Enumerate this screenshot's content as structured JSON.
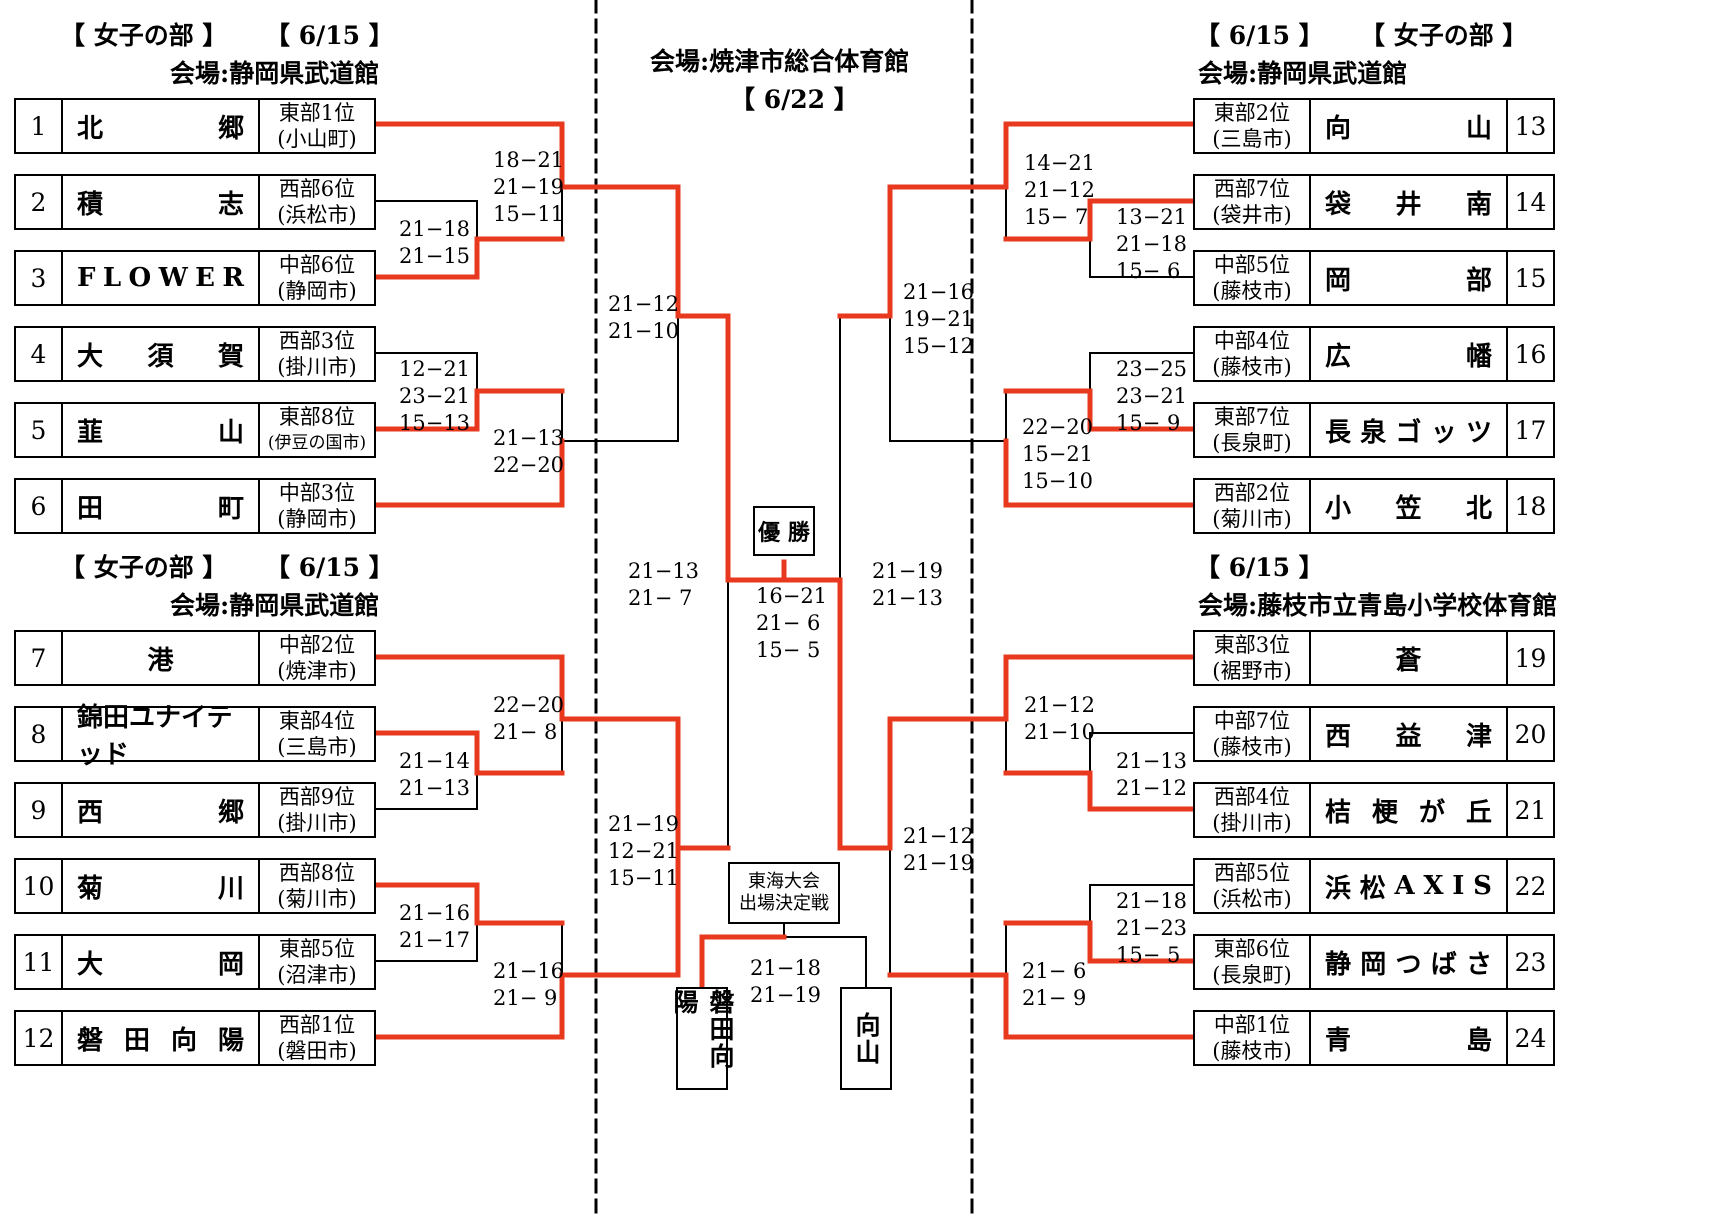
{
  "headers": {
    "tl_division": "【 女子の部 】",
    "tl_date": "【 6/15 】",
    "tl_venue": "会場:静岡県武道館",
    "bl_division": "【 女子の部 】",
    "bl_date": "【 6/15 】",
    "bl_venue": "会場:静岡県武道館",
    "tr_date": "【 6/15 】",
    "tr_division": "【 女子の部 】",
    "tr_venue": "会場:静岡県武道館",
    "br_date": "【 6/15 】",
    "br_venue": "会場:藤枝市立青島小学校体育館",
    "center_venue": "会場:焼津市総合体育館",
    "center_date": "【 6/22 】"
  },
  "teams": [
    {
      "seed": "1",
      "name": "北郷",
      "rank": "東部1位",
      "city": "(小山町)"
    },
    {
      "seed": "2",
      "name": "積志",
      "rank": "西部6位",
      "city": "(浜松市)"
    },
    {
      "seed": "3",
      "name": "FLOWER",
      "rank": "中部6位",
      "city": "(静岡市)"
    },
    {
      "seed": "4",
      "name": "大須賀",
      "rank": "西部3位",
      "city": "(掛川市)"
    },
    {
      "seed": "5",
      "name": "韮山",
      "rank": "東部8位",
      "city": "(伊豆の国市)"
    },
    {
      "seed": "6",
      "name": "田町",
      "rank": "中部3位",
      "city": "(静岡市)"
    },
    {
      "seed": "7",
      "name": "港",
      "rank": "中部2位",
      "city": "(焼津市)"
    },
    {
      "seed": "8",
      "name": "錦田ユナイテッド",
      "rank": "東部4位",
      "city": "(三島市)"
    },
    {
      "seed": "9",
      "name": "西郷",
      "rank": "西部9位",
      "city": "(掛川市)"
    },
    {
      "seed": "10",
      "name": "菊川",
      "rank": "西部8位",
      "city": "(菊川市)"
    },
    {
      "seed": "11",
      "name": "大岡",
      "rank": "東部5位",
      "city": "(沼津市)"
    },
    {
      "seed": "12",
      "name": "磐田向陽",
      "rank": "西部1位",
      "city": "(磐田市)"
    },
    {
      "seed": "13",
      "name": "向山",
      "rank": "東部2位",
      "city": "(三島市)"
    },
    {
      "seed": "14",
      "name": "袋井南",
      "rank": "西部7位",
      "city": "(袋井市)"
    },
    {
      "seed": "15",
      "name": "岡部",
      "rank": "中部5位",
      "city": "(藤枝市)"
    },
    {
      "seed": "16",
      "name": "広幡",
      "rank": "中部4位",
      "city": "(藤枝市)"
    },
    {
      "seed": "17",
      "name": "長泉ゴッツ",
      "rank": "東部7位",
      "city": "(長泉町)"
    },
    {
      "seed": "18",
      "name": "小笠北",
      "rank": "西部2位",
      "city": "(菊川市)"
    },
    {
      "seed": "19",
      "name": "蒼",
      "rank": "東部3位",
      "city": "(裾野市)"
    },
    {
      "seed": "20",
      "name": "西益津",
      "rank": "中部7位",
      "city": "(藤枝市)"
    },
    {
      "seed": "21",
      "name": "桔梗が丘",
      "rank": "西部4位",
      "city": "(掛川市)"
    },
    {
      "seed": "22",
      "name": "浜松AXIS",
      "rank": "西部5位",
      "city": "(浜松市)"
    },
    {
      "seed": "23",
      "name": "静岡つばさ",
      "rank": "東部6位",
      "city": "(長泉町)"
    },
    {
      "seed": "24",
      "name": "青島",
      "rank": "中部1位",
      "city": "(藤枝市)"
    }
  ],
  "scores": {
    "m_2_3": "21−18\n21−15",
    "m_1_23": "18−21\n21−19\n15−11",
    "m_4_5": "12−21\n23−21\n15−13",
    "m_456": "21−13\n22−20",
    "m_topleft": "21−12\n21−10",
    "m_8_9": "21−14\n21−13",
    "m_7_89": "22−20\n21− 8",
    "m_10_11": "21−16\n21−17",
    "m_1011_12": "21−16\n21− 9",
    "m_botleft": "21−19\n12−21\n15−11",
    "m_leftsemi": "21−13\n21− 7",
    "m_final": "16−21\n21− 6\n15− 5",
    "m_rightsemi": "21−19\n21−13",
    "m_14_15": "13−21\n21−18\n15− 6",
    "m_13_1415": "14−21\n21−12\n15− 7",
    "m_16_17": "23−25\n23−21\n15− 9",
    "m_1617_18": "22−20\n15−21\n15−10",
    "m_topright": "21−16\n19−21\n15−12",
    "m_20_21": "21−13\n21−12",
    "m_19_2021": "21−12\n21−10",
    "m_22_23": "21−18\n21−23\n15− 5",
    "m_2223_24": "21− 6\n21− 9",
    "m_botright": "21−12\n21−19",
    "m_tokai": "21−18\n21−19"
  },
  "champion_label": "優 勝",
  "tokai_label": "東海大会\n出場決定戦",
  "tokai_left_team": "磐田向陽",
  "tokai_right_team": "向山",
  "colors": {
    "winner_line": "#e8391f",
    "line": "#000000"
  }
}
